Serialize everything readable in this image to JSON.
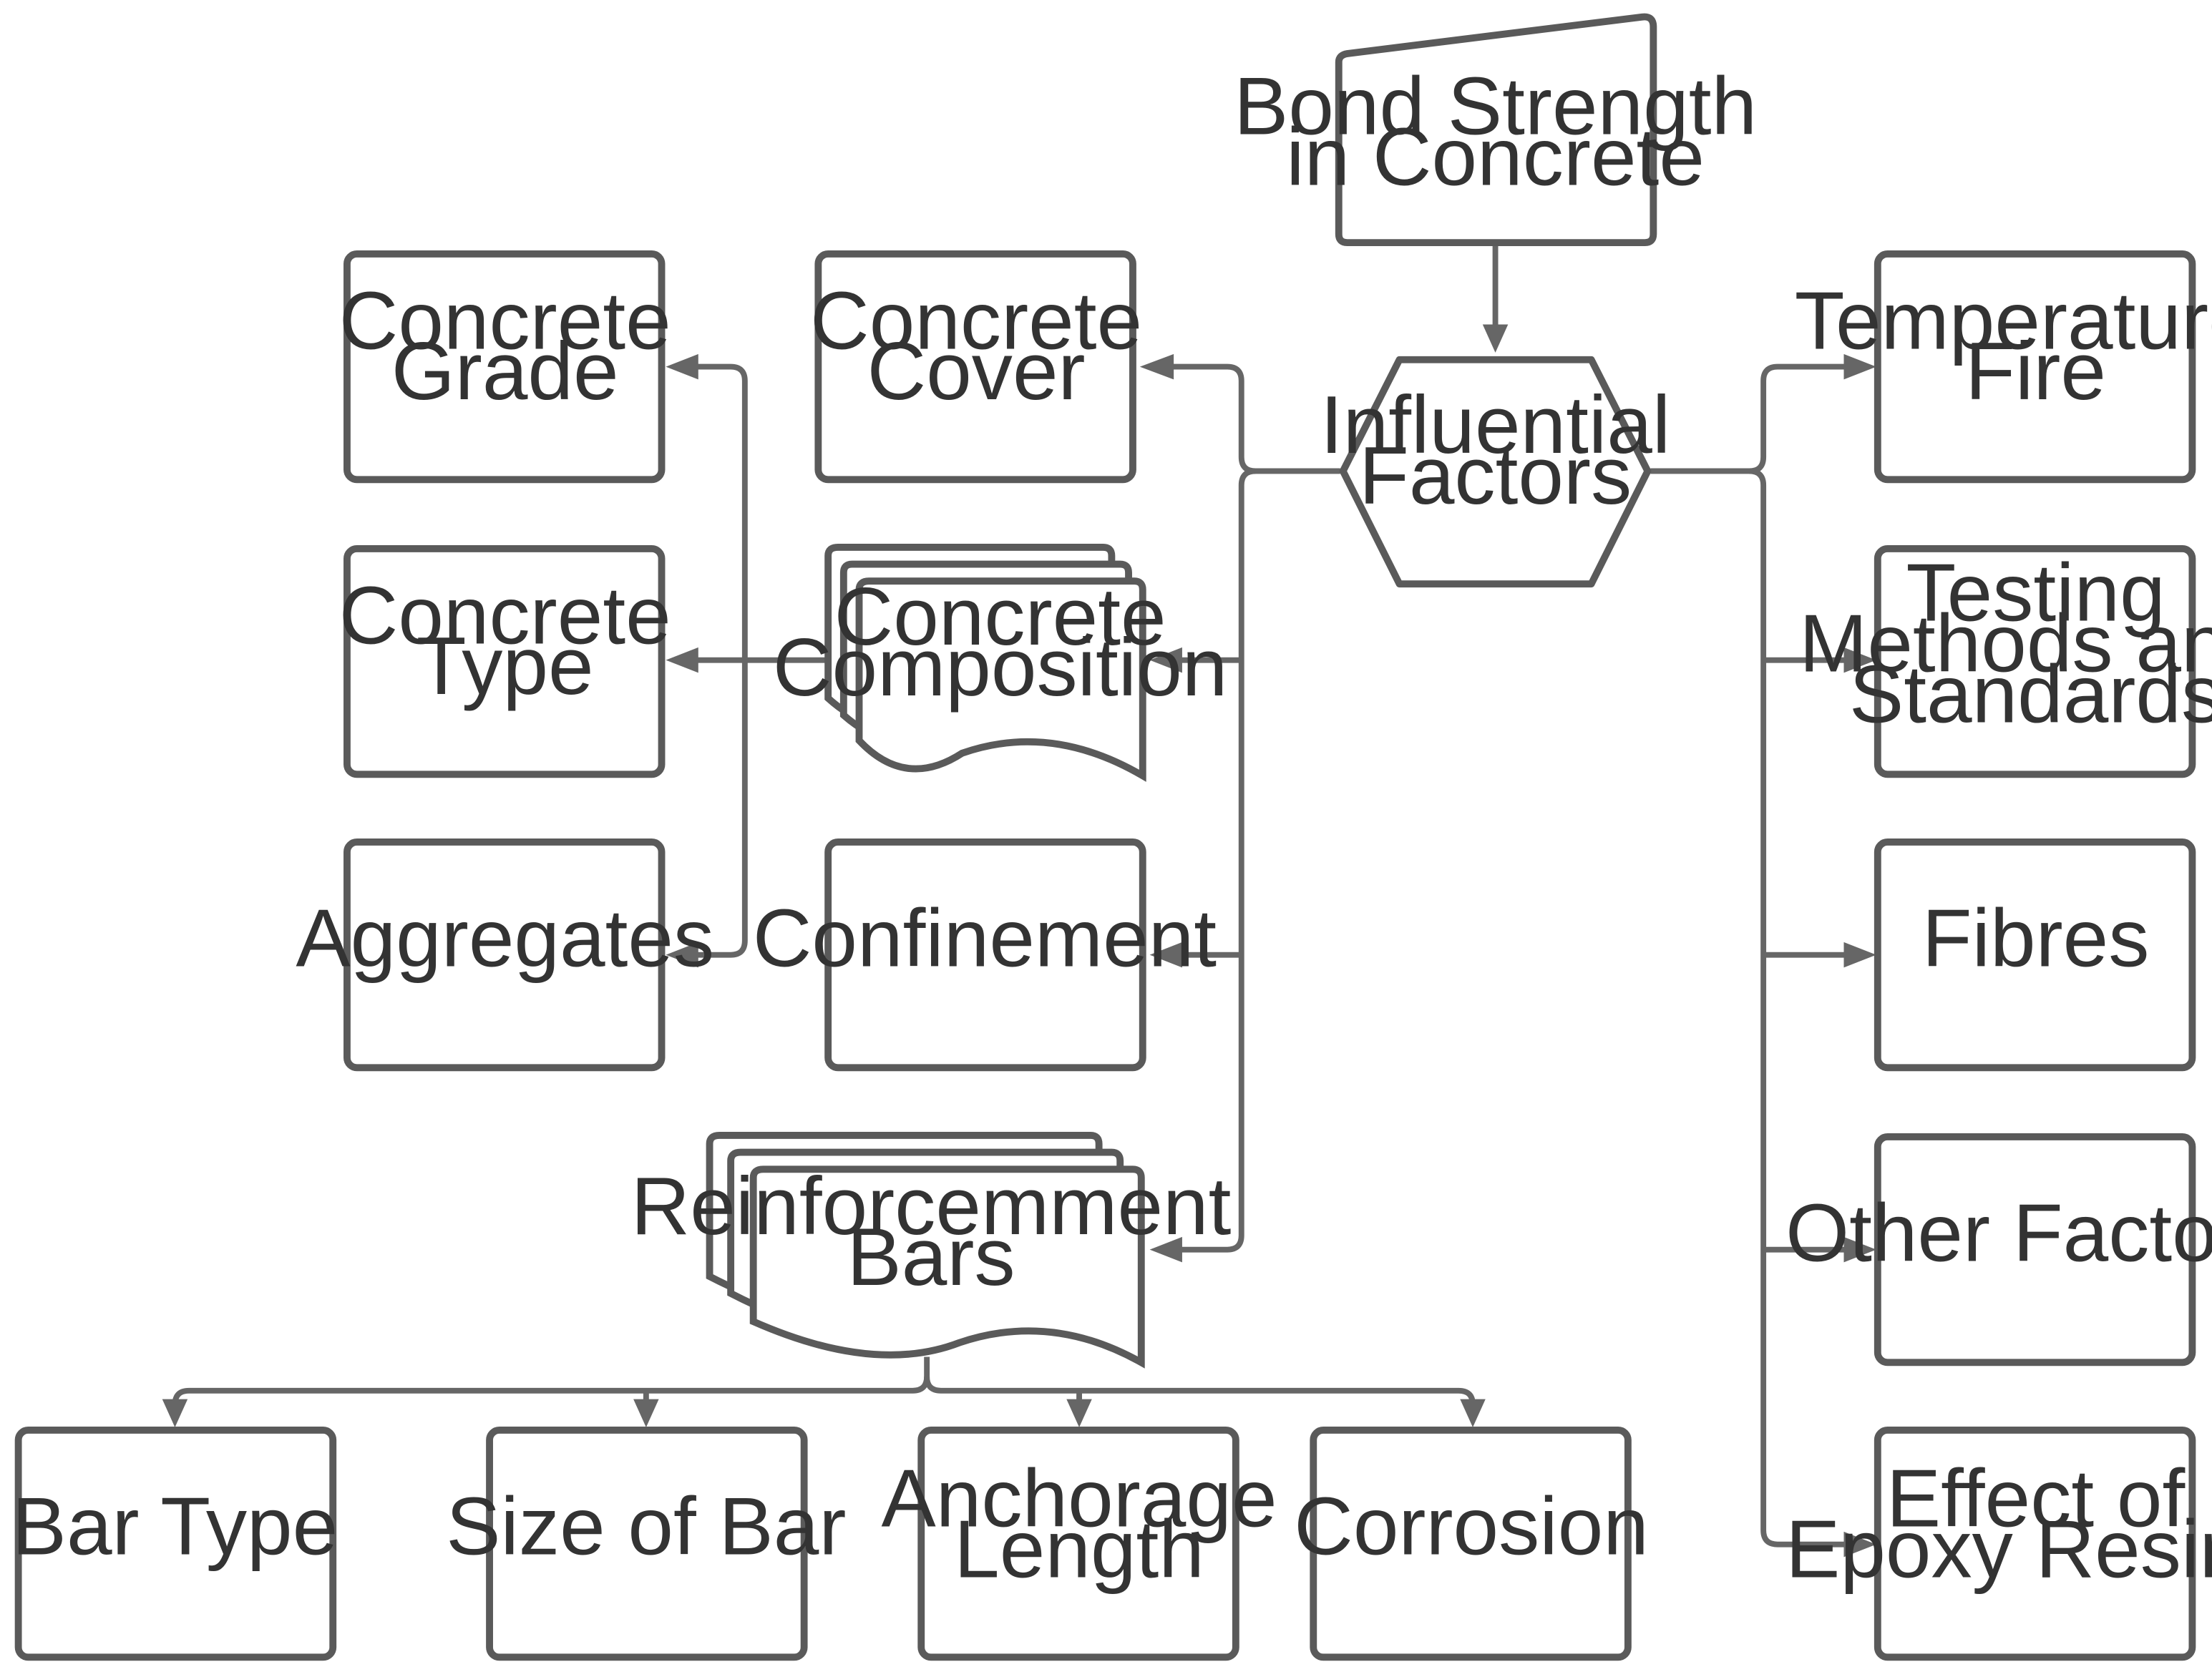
{
  "diagram": {
    "root": "Bond Strength in Concrete",
    "hub": "Influential Factors",
    "nodes": {
      "bond_strength": [
        "Bond Strength",
        "in Concrete"
      ],
      "influential_factors": [
        "Influential",
        "Factors"
      ],
      "concrete_grade": [
        "Concrete",
        "Grade"
      ],
      "concrete_type": [
        "Concrete",
        "Type"
      ],
      "aggregates": [
        "Aggregates"
      ],
      "concrete_cover": [
        "Concrete",
        "Cover"
      ],
      "concrete_composition": [
        "Concrete",
        "Composition"
      ],
      "confinement": [
        "Confinement"
      ],
      "reinforcement_bars": [
        "Reinforcemment",
        "Bars"
      ],
      "bar_type": [
        "Bar Type"
      ],
      "size_of_bar": [
        "Size of Bar"
      ],
      "anchorage_length": [
        "Anchorage",
        "Length"
      ],
      "corrosion": [
        "Corrosion"
      ],
      "temperature_fire": [
        "Temperature/",
        "Fire"
      ],
      "testing_methods": [
        "Testing",
        "Methods and",
        "Standards"
      ],
      "fibres": [
        "Fibres"
      ],
      "other_factors": [
        "Other Factors"
      ],
      "epoxy_resins": [
        "Effect of",
        "Epoxy Resins"
      ]
    },
    "edges": [
      [
        "bond_strength",
        "influential_factors"
      ],
      [
        "influential_factors",
        "concrete_cover"
      ],
      [
        "influential_factors",
        "concrete_composition"
      ],
      [
        "influential_factors",
        "confinement"
      ],
      [
        "influential_factors",
        "reinforcement_bars"
      ],
      [
        "influential_factors",
        "temperature_fire"
      ],
      [
        "influential_factors",
        "testing_methods"
      ],
      [
        "influential_factors",
        "fibres"
      ],
      [
        "influential_factors",
        "other_factors"
      ],
      [
        "influential_factors",
        "epoxy_resins"
      ],
      [
        "concrete_composition",
        "concrete_grade"
      ],
      [
        "concrete_composition",
        "concrete_type"
      ],
      [
        "concrete_composition",
        "aggregates"
      ],
      [
        "reinforcement_bars",
        "bar_type"
      ],
      [
        "reinforcement_bars",
        "size_of_bar"
      ],
      [
        "reinforcement_bars",
        "anchorage_length"
      ],
      [
        "reinforcement_bars",
        "corrosion"
      ]
    ]
  }
}
